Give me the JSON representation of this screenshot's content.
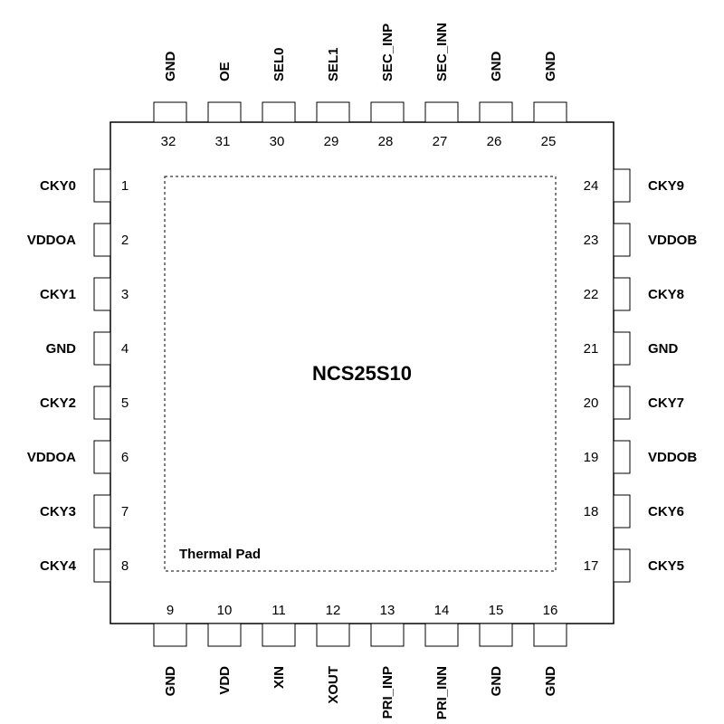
{
  "chip": {
    "name": "NCS25S10",
    "thermal_pad_label": "Thermal Pad"
  },
  "pins": {
    "left": [
      {
        "num": "1",
        "label": "CKY0"
      },
      {
        "num": "2",
        "label": "VDDOA"
      },
      {
        "num": "3",
        "label": "CKY1"
      },
      {
        "num": "4",
        "label": "GND"
      },
      {
        "num": "5",
        "label": "CKY2"
      },
      {
        "num": "6",
        "label": "VDDOA"
      },
      {
        "num": "7",
        "label": "CKY3"
      },
      {
        "num": "8",
        "label": "CKY4"
      }
    ],
    "bottom": [
      {
        "num": "9",
        "label": "GND"
      },
      {
        "num": "10",
        "label": "VDD"
      },
      {
        "num": "11",
        "label": "XIN"
      },
      {
        "num": "12",
        "label": "XOUT"
      },
      {
        "num": "13",
        "label": "PRI_INP"
      },
      {
        "num": "14",
        "label": "PRI_INN"
      },
      {
        "num": "15",
        "label": "GND"
      },
      {
        "num": "16",
        "label": "GND"
      }
    ],
    "right": [
      {
        "num": "24",
        "label": "CKY9"
      },
      {
        "num": "23",
        "label": "VDDOB"
      },
      {
        "num": "22",
        "label": "CKY8"
      },
      {
        "num": "21",
        "label": "GND"
      },
      {
        "num": "20",
        "label": "CKY7"
      },
      {
        "num": "19",
        "label": "VDDOB"
      },
      {
        "num": "18",
        "label": "CKY6"
      },
      {
        "num": "17",
        "label": "CKY5"
      }
    ],
    "top": [
      {
        "num": "32",
        "label": "GND"
      },
      {
        "num": "31",
        "label": "OE"
      },
      {
        "num": "30",
        "label": "SEL0"
      },
      {
        "num": "29",
        "label": "SEL1"
      },
      {
        "num": "28",
        "label": "SEC_INP"
      },
      {
        "num": "27",
        "label": "SEC_INN"
      },
      {
        "num": "26",
        "label": "GND"
      },
      {
        "num": "25",
        "label": "GND"
      }
    ]
  }
}
